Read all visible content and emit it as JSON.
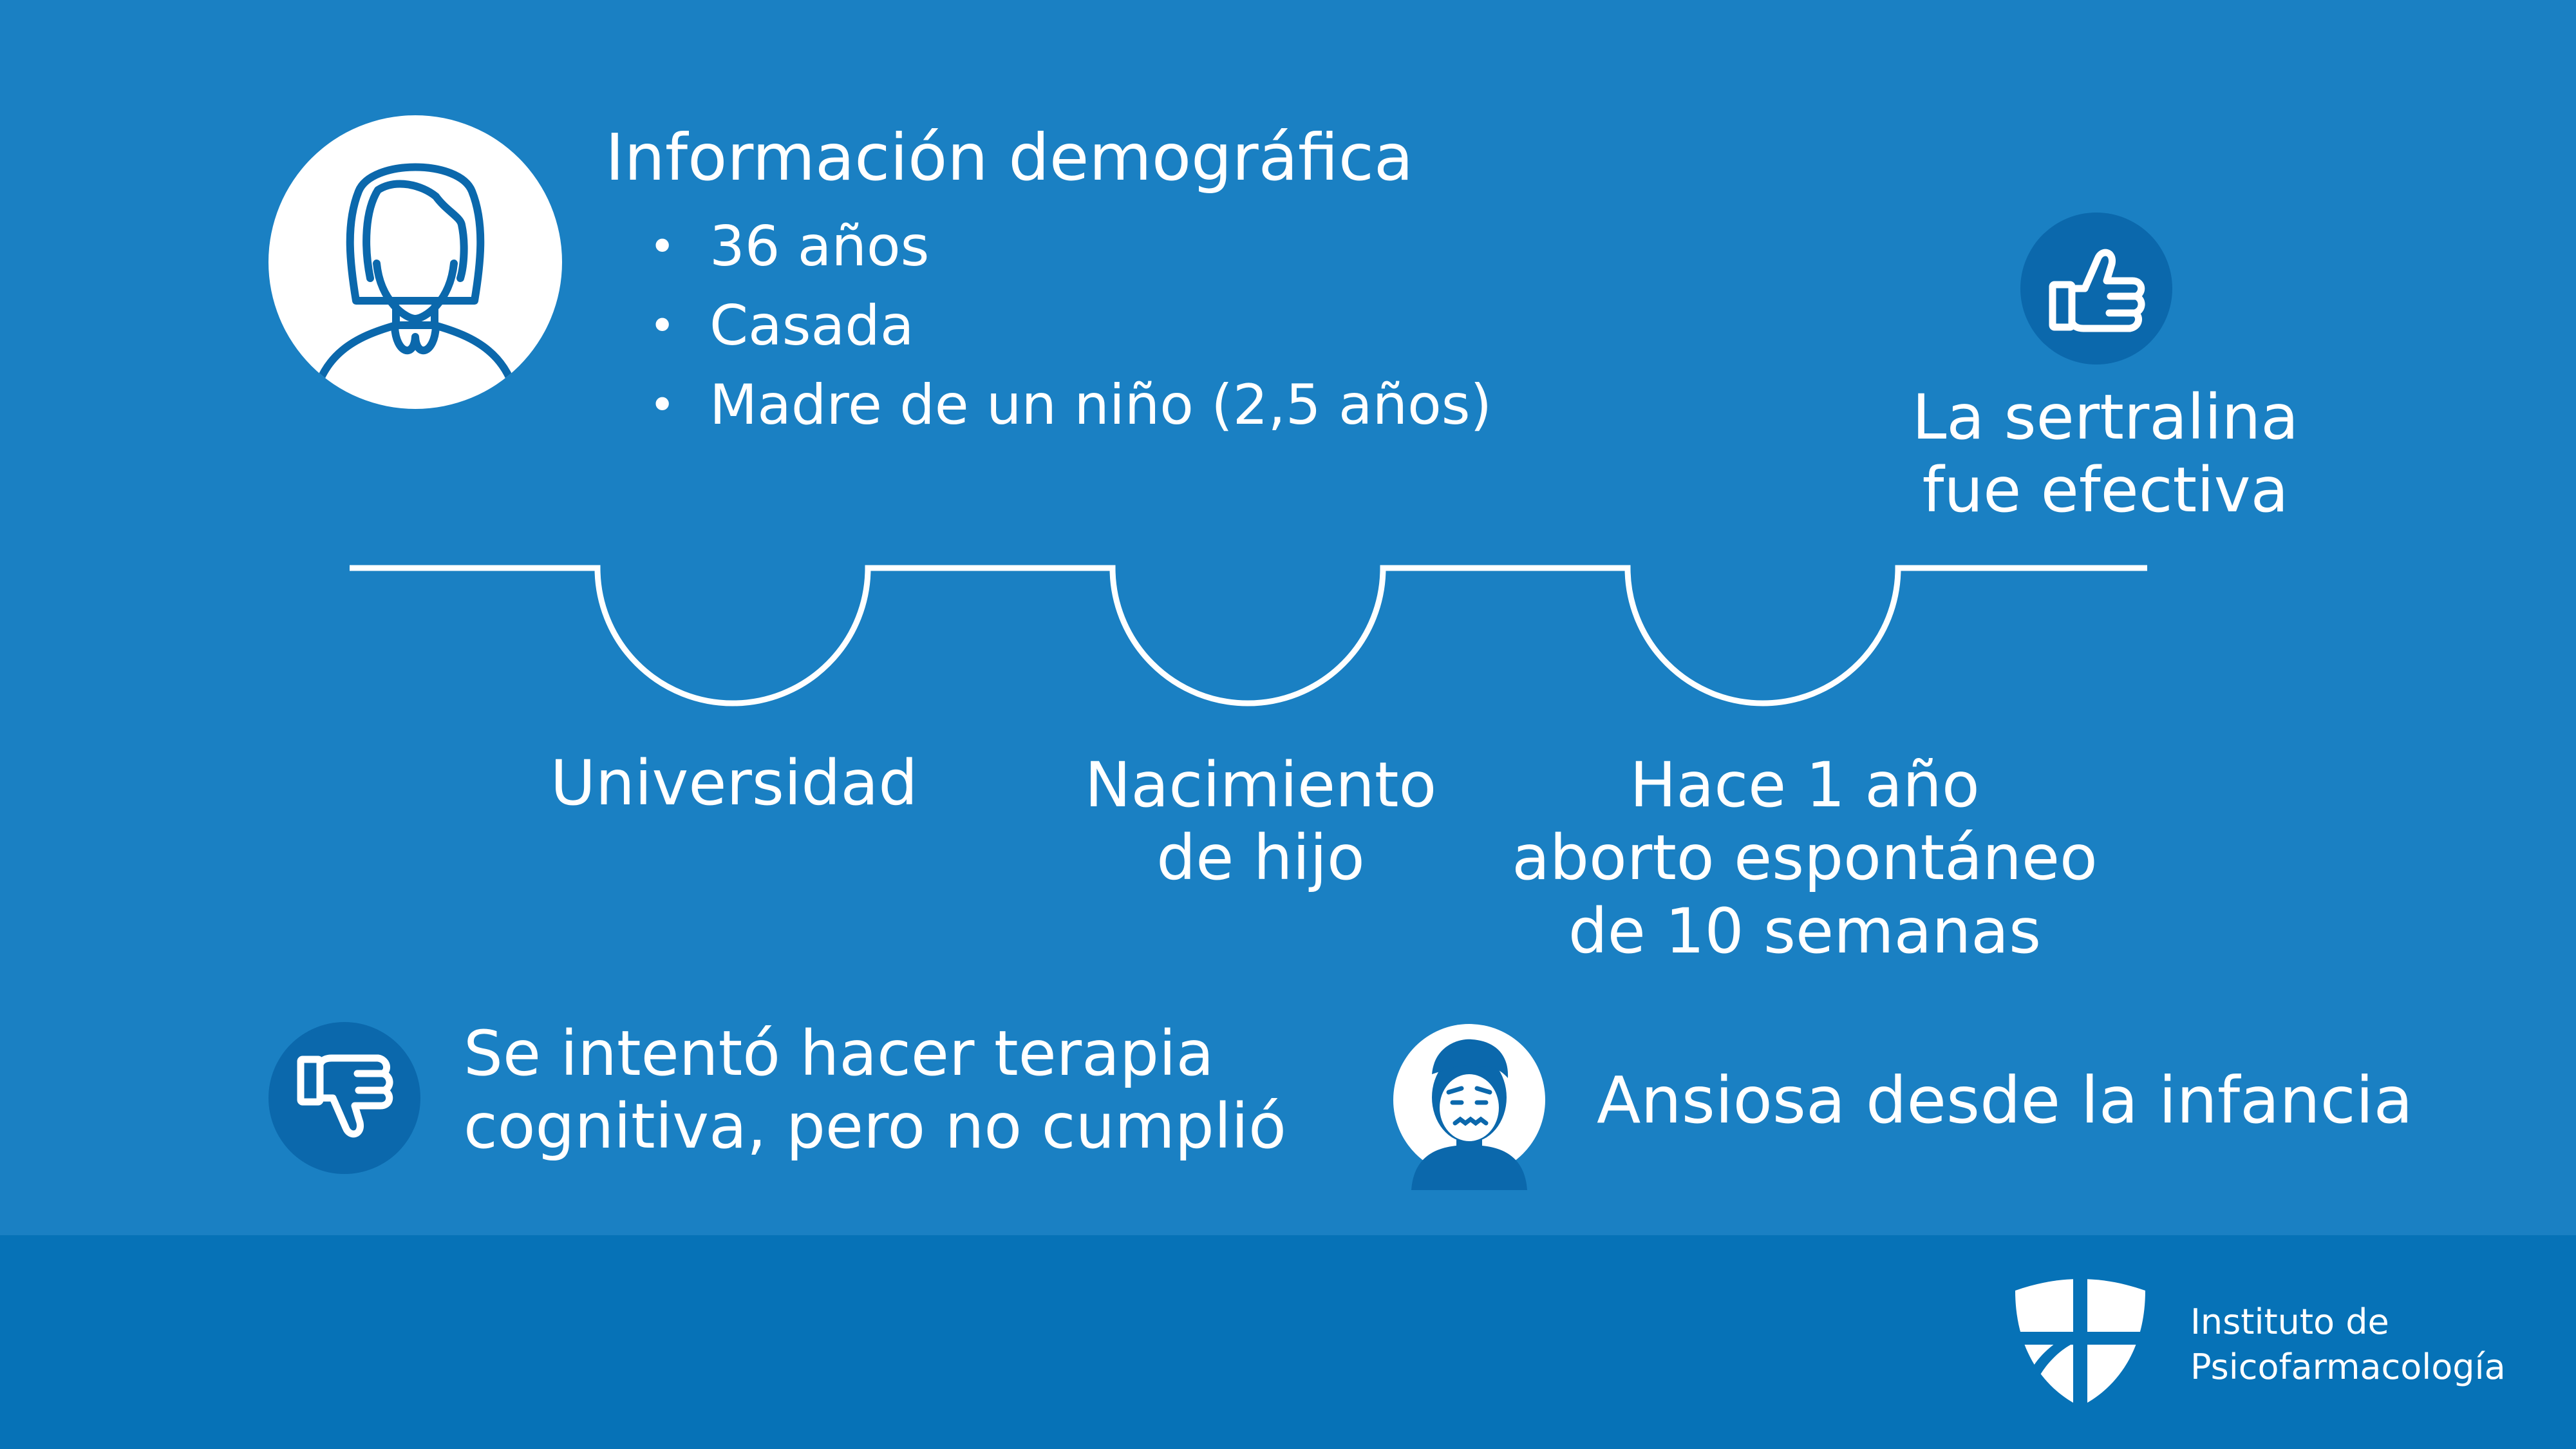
{
  "demographics": {
    "heading": "Información demográfica",
    "items": [
      "36 años",
      "Casada",
      "Madre de un niño (2,5 años)"
    ]
  },
  "outcome_positive": {
    "line1": "La sertralina",
    "line2": "fue efectiva"
  },
  "timeline": [
    {
      "lines": [
        "Universidad"
      ]
    },
    {
      "lines": [
        "Nacimiento",
        "de hijo"
      ]
    },
    {
      "lines": [
        "Hace 1 año",
        "aborto espontáneo",
        "de 10 semanas"
      ]
    }
  ],
  "outcome_negative": {
    "line1": "Se intentó hacer terapia",
    "line2": "cognitiva, pero no cumplió"
  },
  "history": {
    "text": "Ansiosa desde la infancia"
  },
  "institute": {
    "line1": "Instituto de",
    "line2": "Psicofarmacología"
  },
  "colors": {
    "background": "#1a80c3",
    "footer": "#0672b7",
    "icon_dark": "#0b68ac",
    "white": "#ffffff"
  },
  "icons": [
    "woman-avatar-icon",
    "thumbs-up-icon",
    "thumbs-down-icon",
    "anxious-man-icon",
    "shield-logo-icon"
  ]
}
